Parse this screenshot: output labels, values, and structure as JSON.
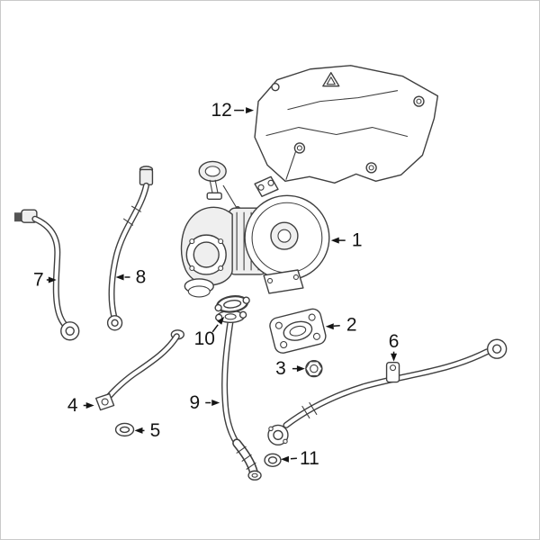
{
  "figure": {
    "kind": "exploded-parts-diagram",
    "background": "#ffffff",
    "line_color": "#3f3f3f",
    "label_color": "#141414"
  },
  "callouts": [
    {
      "label": "1"
    },
    {
      "label": "2"
    },
    {
      "label": "3"
    },
    {
      "label": "4"
    },
    {
      "label": "5"
    },
    {
      "label": "6"
    },
    {
      "label": "7"
    },
    {
      "label": "8"
    },
    {
      "label": "9"
    },
    {
      "label": "10"
    },
    {
      "label": "11"
    },
    {
      "label": "12"
    }
  ]
}
